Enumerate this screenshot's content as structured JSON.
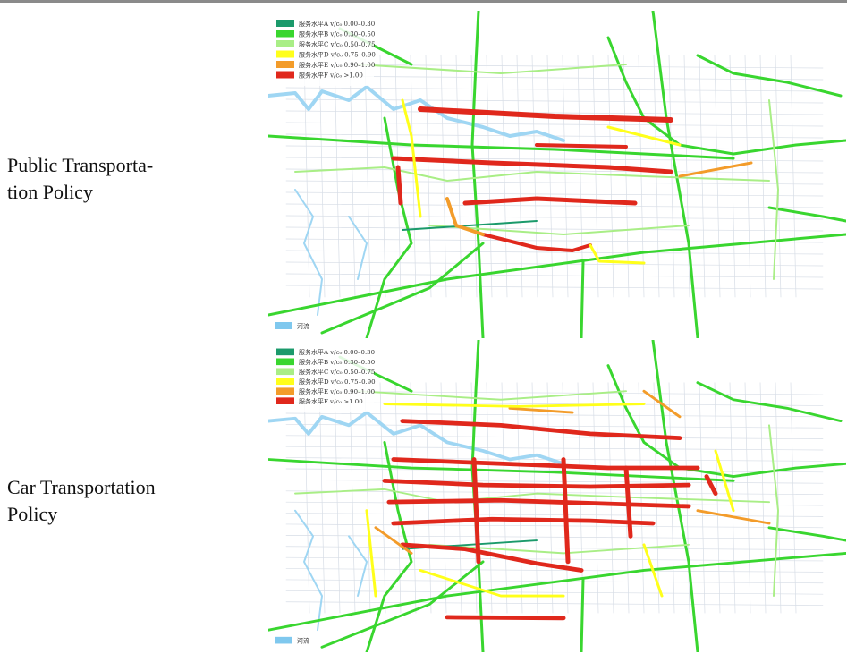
{
  "rows": [
    {
      "label": "Public Transporta-\ntion Policy",
      "map_variant": "public"
    },
    {
      "label": "Car Transportation\nPolicy",
      "map_variant": "car"
    }
  ],
  "legend": {
    "items": [
      {
        "text": "服务水平A  v/c₀  0.00–0.30",
        "color": "#1b9a6b"
      },
      {
        "text": "服务水平B  v/c₀  0.30–0.50",
        "color": "#39d62f"
      },
      {
        "text": "服务水平C  v/c₀  0.50–0.75",
        "color": "#a9ee86"
      },
      {
        "text": "服务水平D  v/c₀  0.75–0.90",
        "color": "#ffff1a"
      },
      {
        "text": "服务水平E  v/c₀  0.90–1.00",
        "color": "#f39c2a"
      },
      {
        "text": "服务水平F  v/c₀  >1.00",
        "color": "#e0281c"
      }
    ],
    "river": {
      "text": "河流",
      "color": "#7fc8ee"
    }
  },
  "colors": {
    "background_road": "#d7dde6",
    "water": "#9fd6f3",
    "los_a": "#1b9a6b",
    "los_b": "#39d62f",
    "los_c": "#a9ee86",
    "los_d": "#ffff1a",
    "los_e": "#f39c2a",
    "los_f": "#e0281c"
  }
}
